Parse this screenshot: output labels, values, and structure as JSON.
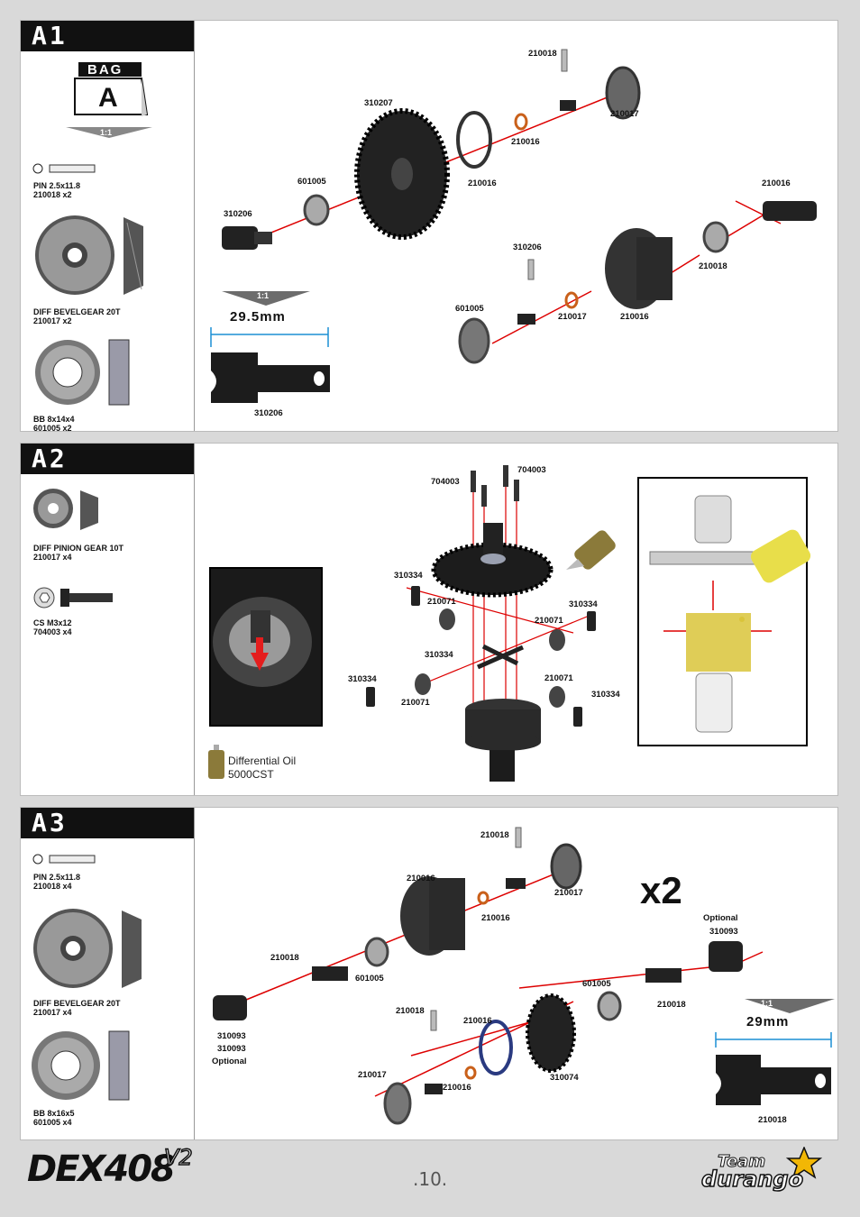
{
  "steps": {
    "a1": {
      "title": "A1",
      "bag": {
        "label": "BAG",
        "letter": "A",
        "scale": "1:1"
      },
      "parts": [
        {
          "name": "PIN 2.5x11.8",
          "code": "210018 x2"
        },
        {
          "name": "DIFF BEVELGEAR 20T",
          "code": "210017 x2"
        },
        {
          "name": "BB 8x14x4",
          "code": "601005 x2"
        }
      ],
      "callouts": [
        "210018",
        "210017",
        "310207",
        "210016",
        "210016",
        "601005",
        "310206",
        "310206",
        "210018",
        "601005",
        "210017",
        "210016",
        "210016",
        "310206"
      ],
      "scale_label": "1:1",
      "measure": "29.5mm"
    },
    "a2": {
      "title": "A2",
      "parts": [
        {
          "name": "DIFF PINION GEAR 10T",
          "code": "210017 x4"
        },
        {
          "name": "CS M3x12",
          "code": "704003 x4"
        }
      ],
      "callouts": [
        "704003",
        "704003",
        "310334",
        "210071",
        "310334",
        "210071",
        "310334",
        "310334",
        "210071",
        "210071",
        "310334"
      ],
      "oil_label": "Differential Oil",
      "oil_value": "5000CST"
    },
    "a3": {
      "title": "A3",
      "parts": [
        {
          "name": "PIN 2.5x11.8",
          "code": "210018 x4"
        },
        {
          "name": "DIFF BEVELGEAR 20T",
          "code": "210017 x4"
        },
        {
          "name": "BB 8x16x5",
          "code": "601005 x4"
        }
      ],
      "callouts": [
        "210018",
        "210016",
        "210017",
        "210016",
        "210018",
        "601005",
        "310093",
        "601005",
        "210018",
        "210018",
        "210016",
        "210017",
        "210016",
        "310074"
      ],
      "optional": "Optional",
      "optional_code": "310093",
      "multiplier": "x2",
      "scale_label": "1:1",
      "measure": "29mm",
      "measure_code": "210018"
    }
  },
  "footer": {
    "logo_text": "DEX408",
    "logo_version": "V2",
    "page_number": ".10.",
    "brand_line1": "Team",
    "brand_line2": "durango"
  }
}
